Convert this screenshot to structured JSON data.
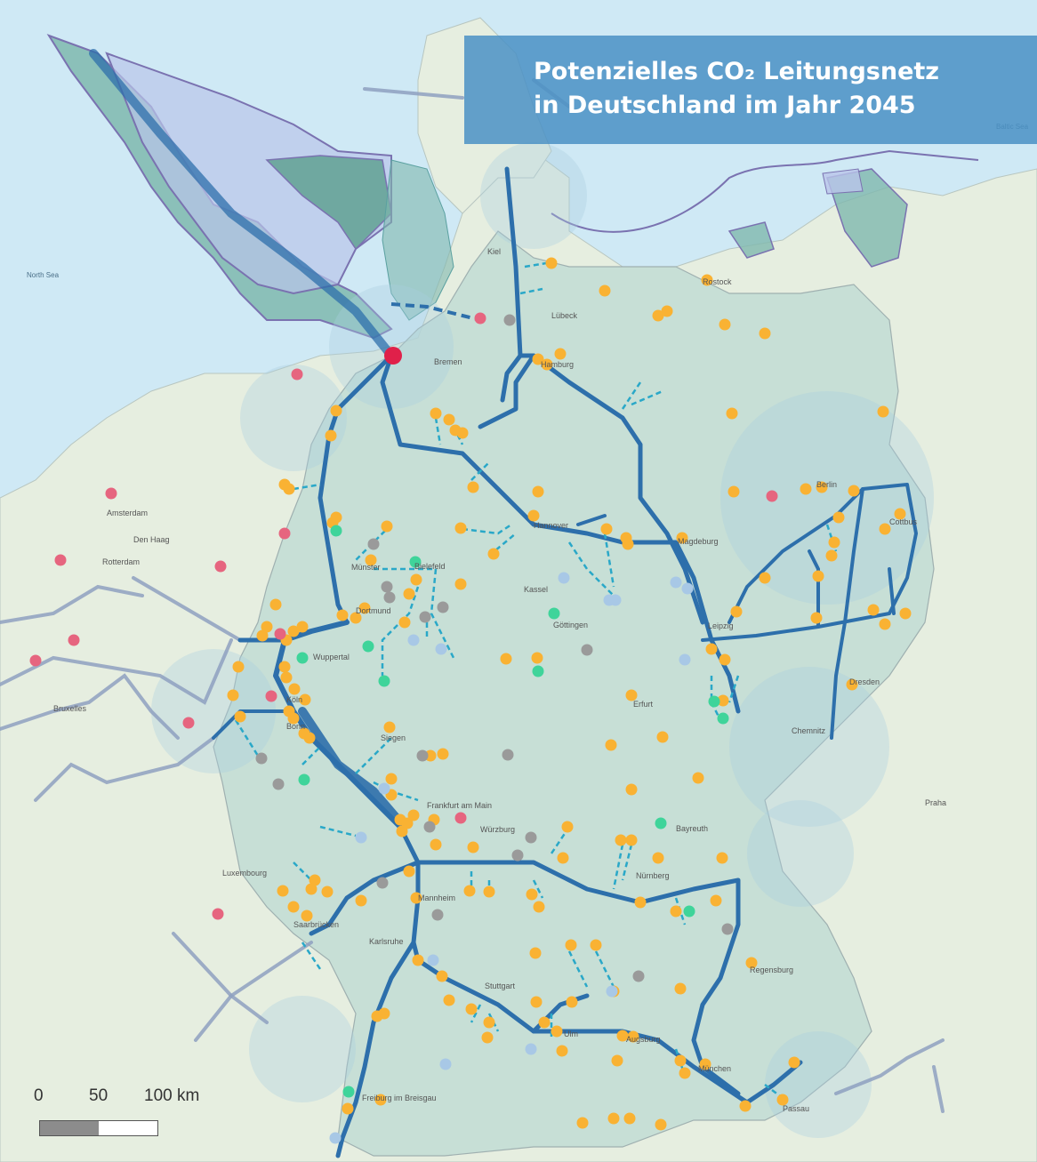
{
  "title": {
    "line1": "Potenzielles CO₂ Leitungsnetz",
    "line2": "in Deutschland im Jahr 2045"
  },
  "scale_bar": {
    "labels": [
      "0",
      "50",
      "100 km"
    ]
  },
  "colors": {
    "sea": "#cfe9f5",
    "land": "#e6eee0",
    "germany_fill": "#bcd9d3",
    "pipeline": "#2d6fab",
    "feeder_dashed": "#2aa8c8",
    "neighbor_pipeline": "#8ea0bf",
    "emitter_orange": "#f9b233",
    "emitter_pink": "#e6657f",
    "emitter_green": "#3fd49a",
    "emitter_grey": "#9a9a9a",
    "emitter_lightblue": "#a8c8e6",
    "hub_red": "#e0204a",
    "offshore_storage": "#7fb8ae"
  },
  "place_labels": [
    {
      "name": "Hamburg"
    },
    {
      "name": "Bremen"
    },
    {
      "name": "Berlin"
    },
    {
      "name": "Hannover"
    },
    {
      "name": "Magdeburg"
    },
    {
      "name": "Münster"
    },
    {
      "name": "Bielefeld"
    },
    {
      "name": "Dortmund"
    },
    {
      "name": "Wuppertal"
    },
    {
      "name": "Köln"
    },
    {
      "name": "Bonn"
    },
    {
      "name": "Siegen"
    },
    {
      "name": "Kassel"
    },
    {
      "name": "Göttingen"
    },
    {
      "name": "Leipzig"
    },
    {
      "name": "Dresden"
    },
    {
      "name": "Chemnitz"
    },
    {
      "name": "Erfurt"
    },
    {
      "name": "Frankfurt am Main"
    },
    {
      "name": "Würzburg"
    },
    {
      "name": "Nürnberg"
    },
    {
      "name": "Mannheim"
    },
    {
      "name": "Karlsruhe"
    },
    {
      "name": "Stuttgart"
    },
    {
      "name": "Ulm"
    },
    {
      "name": "Augsburg"
    },
    {
      "name": "München"
    },
    {
      "name": "Freiburg im Breisgau"
    },
    {
      "name": "Saarbrücken"
    },
    {
      "name": "Luxembourg"
    },
    {
      "name": "Praha"
    },
    {
      "name": "Rostock"
    },
    {
      "name": "Kiel"
    },
    {
      "name": "Lübeck"
    },
    {
      "name": "Regensburg"
    },
    {
      "name": "Passau"
    },
    {
      "name": "Bayreuth"
    },
    {
      "name": "Cottbus"
    },
    {
      "name": "Bruxelles"
    },
    {
      "name": "Den Haag"
    },
    {
      "name": "Amsterdam"
    },
    {
      "name": "Rotterdam"
    },
    {
      "name": "North Sea"
    },
    {
      "name": "Baltic Sea"
    }
  ],
  "legend_items": []
}
